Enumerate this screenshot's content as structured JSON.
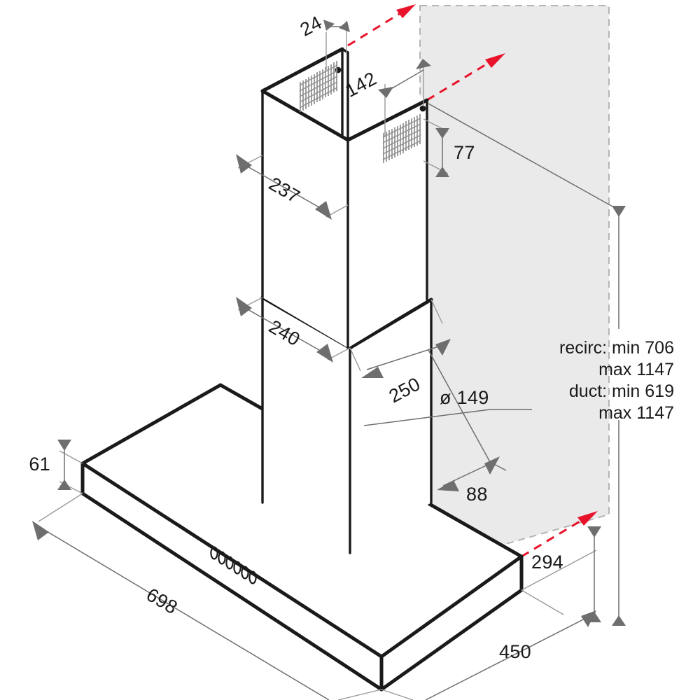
{
  "drawing": {
    "title": "Chimney cooker hood — isometric dimension drawing",
    "units": "mm",
    "product": "wall-mounted chimney extractor hood"
  },
  "dimensions": {
    "chimney_top_offset": "24",
    "chimney_top_width": "237",
    "vent_offset": "142",
    "vent_height": "77",
    "chimney_lower_width": "240",
    "chimney_lower_depth": "250",
    "duct_diameter": "ø 149",
    "duct_offset_back": "88",
    "canopy_height": "61",
    "canopy_width": "698",
    "canopy_depth": "450",
    "canopy_bottom_to_wall": "294"
  },
  "notes": {
    "line1": "recirc: min 706",
    "line2": "max 1147",
    "line3": "duct: min 619",
    "line4": "max 1147"
  },
  "controls": {
    "count": 6,
    "label": "control buttons"
  },
  "colors": {
    "outline": "#1a1a1a",
    "dimension": "#6e6e6e",
    "hidden": "#3f3f3f",
    "highlight_red": "#e8132b",
    "wall_fill": "#eaeaea",
    "background": "#ffffff"
  }
}
